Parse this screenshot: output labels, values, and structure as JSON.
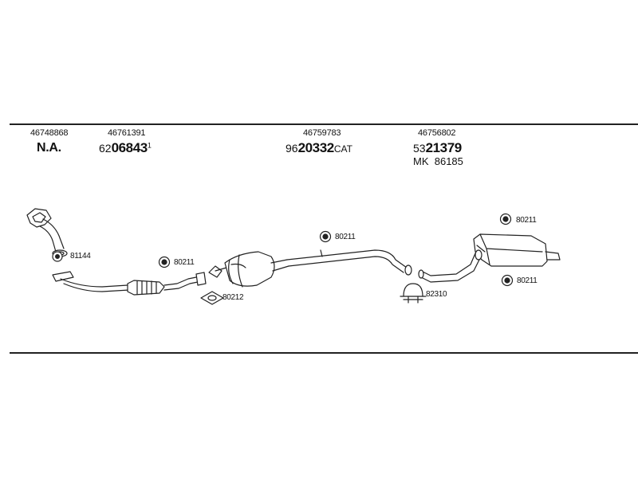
{
  "header": {
    "columns": [
      {
        "part_no": "46748868",
        "code_text": "N.A."
      },
      {
        "part_no": "46761391",
        "code_prefix": "62",
        "code_bold": "06843",
        "code_sup": "1"
      },
      {
        "part_no": "46759783",
        "code_prefix": "96",
        "code_bold": "20332",
        "code_suffix": "CAT"
      },
      {
        "part_no": "46756802",
        "code_prefix": "53",
        "code_bold": "21379",
        "extra_prefix": "MK",
        "extra_code": "86185"
      }
    ]
  },
  "callouts": [
    {
      "code": "81144"
    },
    {
      "code": "80211"
    },
    {
      "code": "80212"
    },
    {
      "code": "80211"
    },
    {
      "code": "82310"
    },
    {
      "code": "80211"
    },
    {
      "code": "80211"
    }
  ]
}
